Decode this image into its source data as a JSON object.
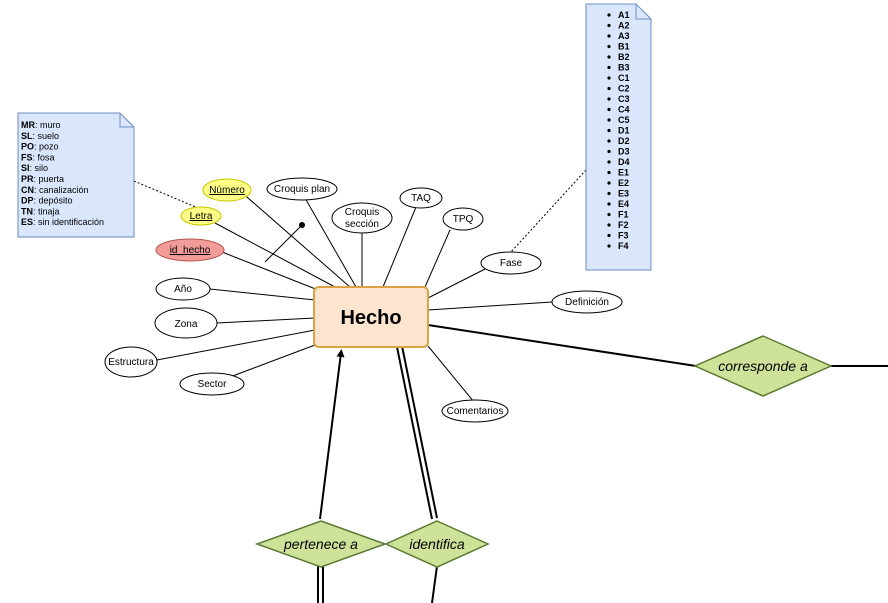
{
  "entity": {
    "name": "Hecho"
  },
  "attributes": {
    "numero": "Número",
    "letra": "Letra",
    "id_hecho": "id_hecho",
    "anio": "Año",
    "zona": "Zona",
    "estructura": "Estructura",
    "sector": "Sector",
    "croquis_plan": "Croquis plan",
    "croquis_seccion_1": "Croquis",
    "croquis_seccion_2": "sección",
    "taq": "TAQ",
    "tpq": "TPQ",
    "fase": "Fase",
    "definicion": "Definición",
    "comentarios": "Comentarios"
  },
  "relationships": {
    "corresponde": "corresponde a",
    "pertenece": "pertenece a",
    "identifica": "identifica"
  },
  "note_letra": {
    "items": [
      {
        "code": "MR",
        "desc": ": muro"
      },
      {
        "code": "SL",
        "desc": ": suelo"
      },
      {
        "code": "PO",
        "desc": ": pozo"
      },
      {
        "code": "FS",
        "desc": ": fosa"
      },
      {
        "code": "SI",
        "desc": ": silo"
      },
      {
        "code": "PR",
        "desc": ": puerta"
      },
      {
        "code": "CN",
        "desc": ": canalización"
      },
      {
        "code": "DP",
        "desc": ": depósito"
      },
      {
        "code": "TN",
        "desc": ": tinaja"
      },
      {
        "code": "ES",
        "desc": ": sin identificación"
      }
    ]
  },
  "note_fase": {
    "items": [
      "A1",
      "A2",
      "A3",
      "B1",
      "B2",
      "B3",
      "C1",
      "C2",
      "C3",
      "C4",
      "C5",
      "D1",
      "D2",
      "D3",
      "D4",
      "E1",
      "E2",
      "E3",
      "E4",
      "F1",
      "F2",
      "F3",
      "F4"
    ]
  },
  "colors": {
    "entity_fill": "#fce4cf",
    "entity_stroke": "#d9a441",
    "diamond_fill": "#cfe29a",
    "diamond_stroke": "#5b7a2f",
    "note_fill": "#d9e6fb",
    "note_stroke": "#6c8ebf",
    "key_fill": "#f19c99",
    "key_stroke": "#b85450",
    "yellow_fill": "#ffff88",
    "yellow_stroke": "#c8c800"
  }
}
